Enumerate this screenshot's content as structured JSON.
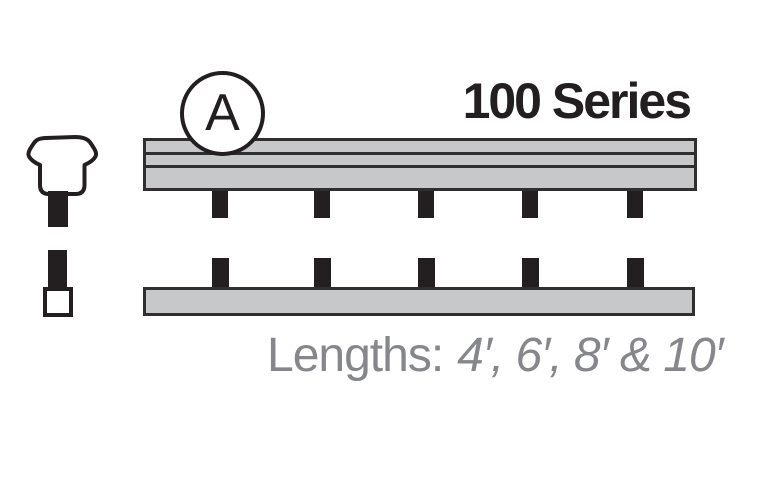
{
  "figure": {
    "callout_label": "A",
    "title": "100 Series",
    "lengths_label": "Lengths:",
    "lengths_values": "4′, 6′, 8′ & 10′",
    "rail_count": 2,
    "pins_per_rail": 5
  },
  "colors": {
    "ink": "#231f20",
    "rail_fill": "#c7c8ca",
    "rail_border": "#302e2f",
    "muted_text": "#85878b",
    "background": "#ffffff"
  }
}
